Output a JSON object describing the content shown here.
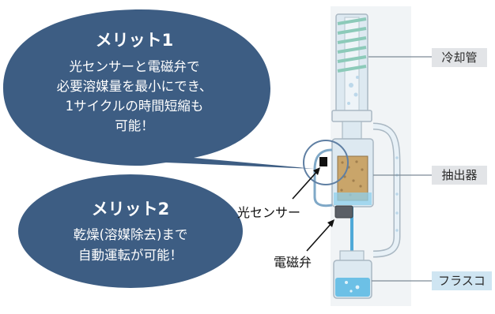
{
  "merit1": {
    "title": "メリット1",
    "lines": [
      "光センサーと電磁弁で",
      "必要溶媒量を最小にでき、",
      "1サイクルの時間短縮も",
      "可能！"
    ]
  },
  "merit2": {
    "title": "メリット2",
    "lines": [
      "乾燥(溶媒除去)まで",
      "自動運転が可能！"
    ]
  },
  "labels": {
    "condenser": "冷却管",
    "extractor": "抽出器",
    "flask": "フラスコ",
    "light_sensor": "光センサー",
    "solenoid_valve": "電磁弁"
  },
  "colors": {
    "bubble": "#3d5d83",
    "tag_gray": "#e2e4e7",
    "tag_blue": "#cfe5f2",
    "glass": "#dde9f1",
    "coil": "#9fd2c4",
    "solvent": "#6cc0e6",
    "sample": "#c9a56a"
  }
}
